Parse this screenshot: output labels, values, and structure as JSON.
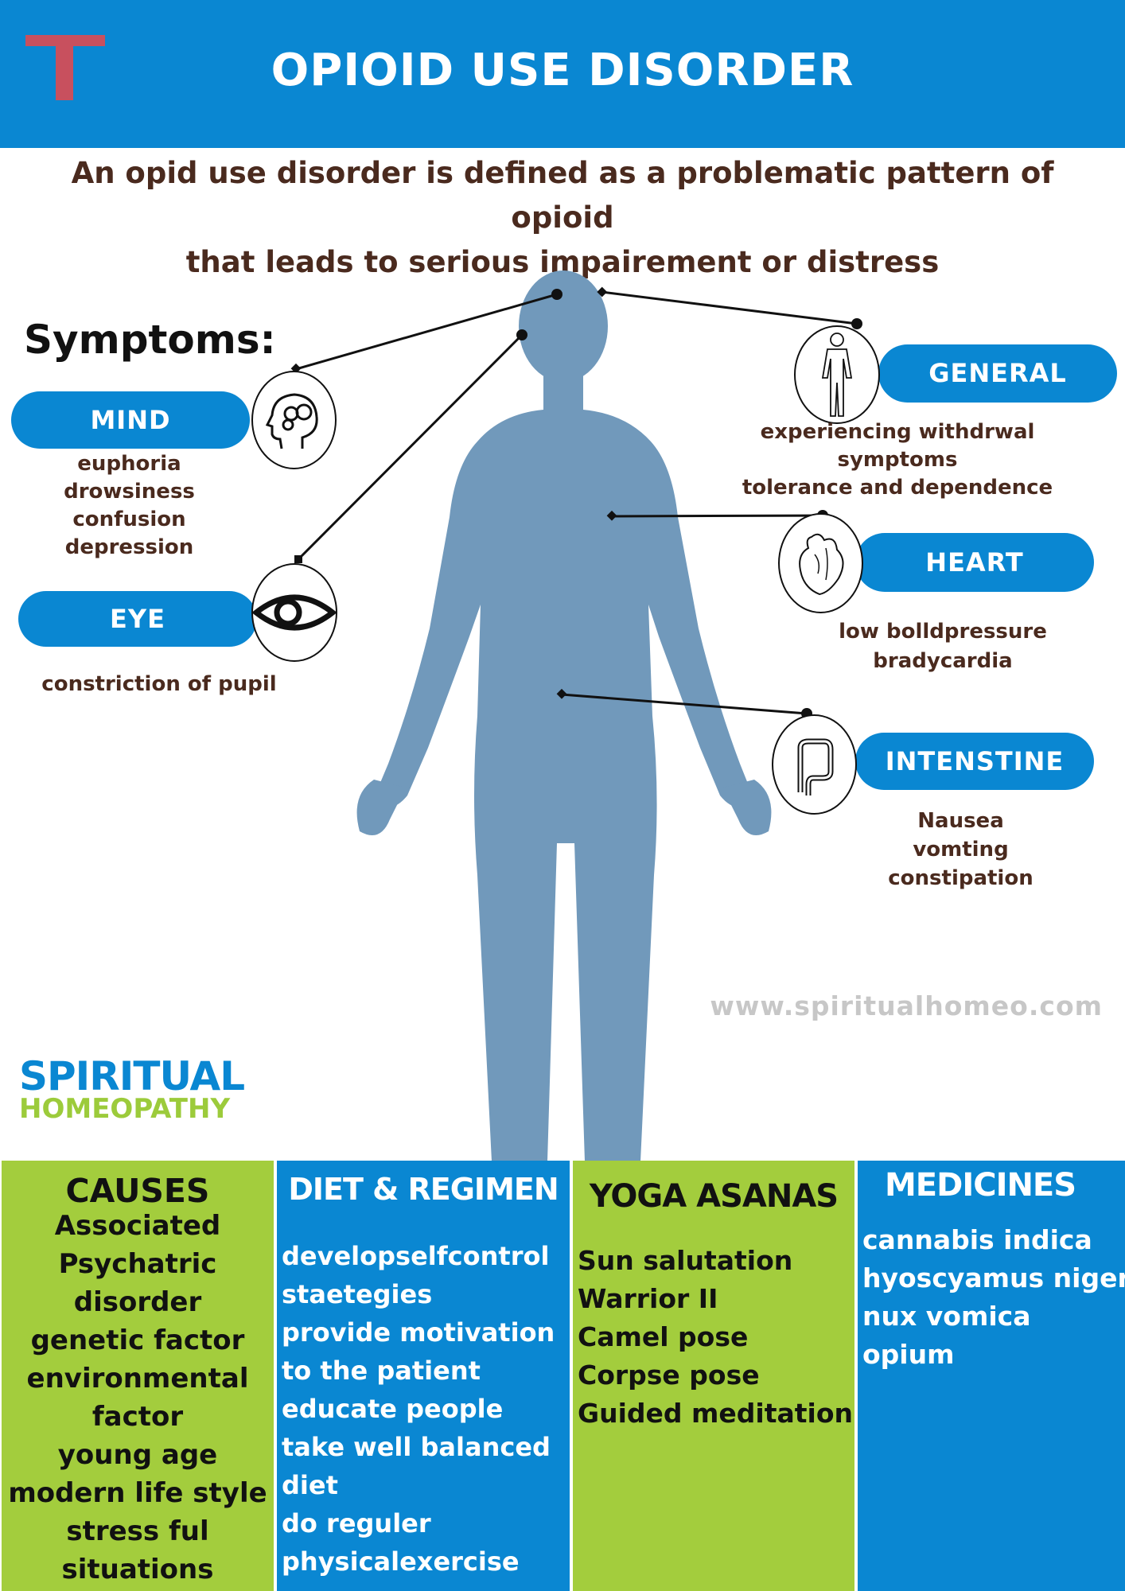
{
  "colors": {
    "header_blue": "#0a87d2",
    "accent_green": "#a3cd3d",
    "text_brown": "#4a2a1e",
    "logo_red": "#c8505e",
    "figure_blue": "#7199bb"
  },
  "header": {
    "title": "OPIOID USE DISORDER",
    "logo_icon": "t-logo-icon"
  },
  "definition": {
    "line1": "An opid use disorder is defined as a problematic pattern of opioid",
    "line2": "that leads to serious impairement or distress"
  },
  "symptoms": {
    "heading": "Symptoms:",
    "mind": {
      "label": "MIND",
      "icon": "head-gears-icon",
      "items": [
        "euphoria",
        "drowsiness",
        "confusion",
        "depression"
      ]
    },
    "eye": {
      "label": "EYE",
      "icon": "eye-icon",
      "items": [
        "constriction of pupil"
      ]
    },
    "general": {
      "label": "GENERAL",
      "icon": "human-body-icon",
      "items": [
        "experiencing withdrwal symptoms",
        "tolerance and dependence"
      ]
    },
    "heart": {
      "label": "HEART",
      "icon": "heart-icon",
      "items": [
        "low bolldpressure",
        "bradycardia"
      ]
    },
    "intestine": {
      "label": "INTENSTINE",
      "icon": "intestine-icon",
      "items": [
        "Nausea",
        "vomting",
        "constipation"
      ]
    }
  },
  "website": "www.spiritualhomeo.com",
  "brand": {
    "line1": "SPIRITUAL",
    "line2": "HOMEOPATHY"
  },
  "columns": {
    "causes": {
      "title": "CAUSES",
      "items": [
        "Associated",
        "Psychatric",
        "disorder",
        "genetic factor",
        "environmental",
        "factor",
        "young age",
        "modern life style",
        "stress ful",
        "situations"
      ]
    },
    "diet": {
      "title": "DIET & REGIMEN",
      "items": [
        "developselfcontrol",
        "staetegies",
        "provide motivation",
        "to the patient",
        "educate people",
        "take well balanced",
        "diet",
        "do reguler",
        "physicalexercise"
      ]
    },
    "yoga": {
      "title": "YOGA ASANAS",
      "items": [
        "Sun salutation",
        "Warrior II",
        "Camel pose",
        "Corpse pose",
        "Guided meditation"
      ]
    },
    "medicines": {
      "title": "MEDICINES",
      "items": [
        "cannabis indica",
        "hyoscyamus niger",
        "nux vomica",
        "opium"
      ]
    }
  }
}
